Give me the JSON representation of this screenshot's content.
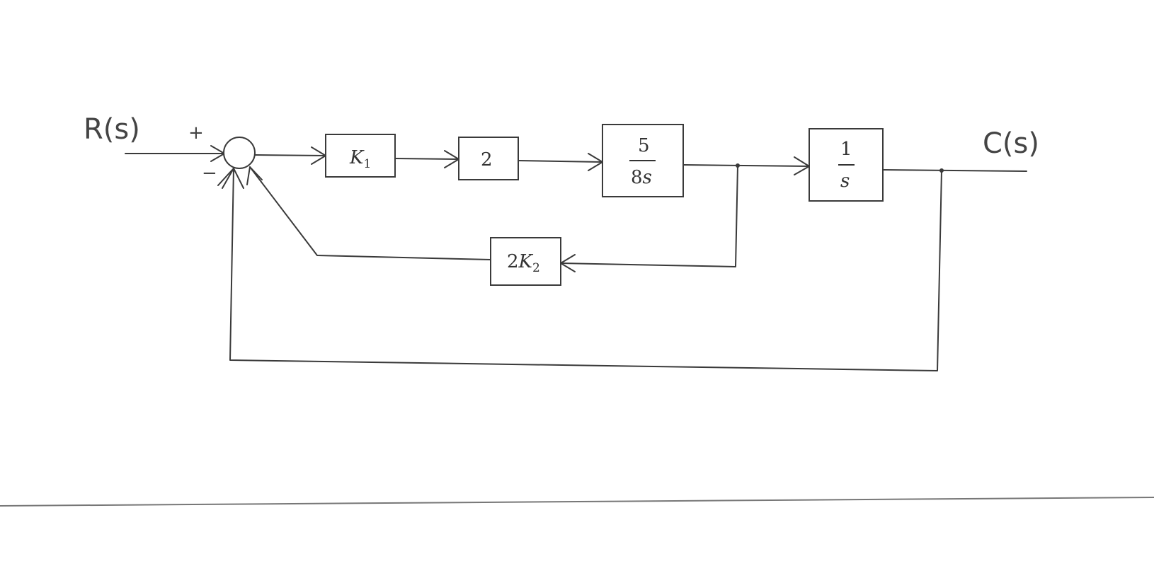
{
  "input_label": "R(s)",
  "output_label": "C(s)",
  "summing_junction": {
    "plus_sign": "+",
    "minus_sign": "−"
  },
  "blocks": {
    "k1": {
      "symbol": "K",
      "subscript": "1"
    },
    "gain2": {
      "value": "2"
    },
    "plant": {
      "numerator": "5",
      "denominator_coef": "8",
      "denominator_var": "s"
    },
    "integrator": {
      "numerator": "1",
      "denominator": "s"
    },
    "feedback": {
      "coef": "2",
      "symbol": "K",
      "subscript": "2"
    }
  }
}
